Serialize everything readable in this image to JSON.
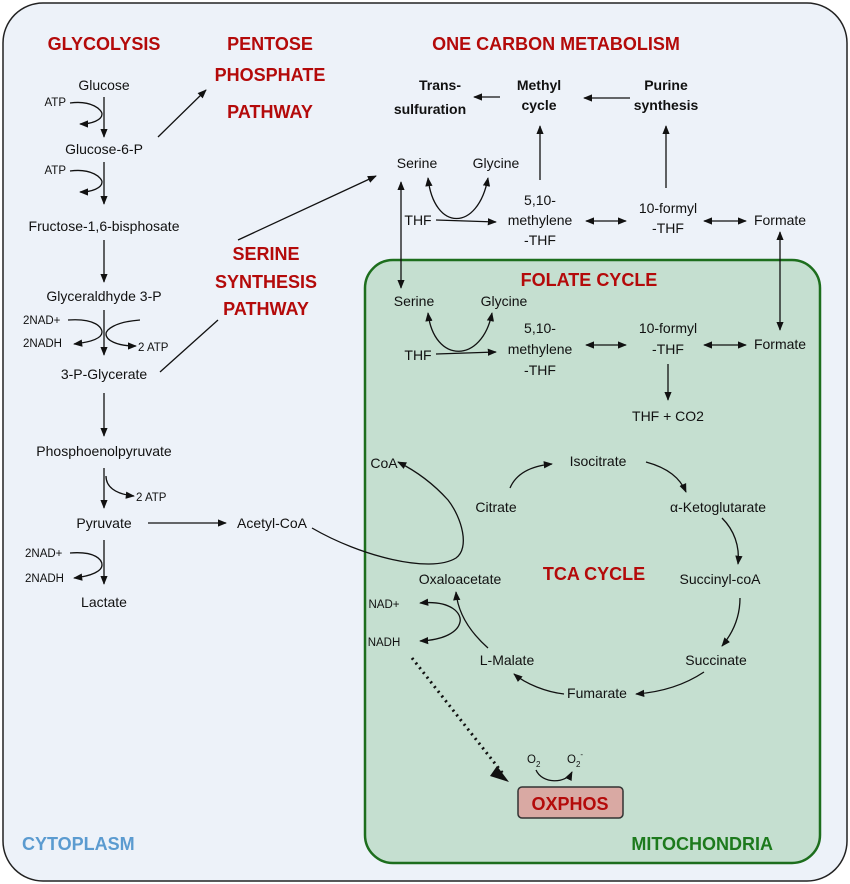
{
  "regions": {
    "cytoplasm": "CYTOPLASM",
    "mitochondria": "MITOCHONDRIA"
  },
  "headers": {
    "glycolysis": "GLYCOLYSIS",
    "pentose": [
      "PENTOSE",
      "PHOSPHATE",
      "PATHWAY"
    ],
    "one_carbon": "ONE CARBON METABOLISM",
    "serine_synthesis": [
      "SERINE",
      "SYNTHESIS",
      "PATHWAY"
    ],
    "folate_cycle": "FOLATE CYCLE",
    "tca_cycle": "TCA CYCLE",
    "oxphos": "OXPHOS"
  },
  "glycolysis": {
    "glucose": "Glucose",
    "atp1": "ATP",
    "g6p": "Glucose-6-P",
    "atp2": "ATP",
    "f16bp": "Fructose-1,6-bisphosate",
    "g3p": "Glyceraldhyde 3-P",
    "nad_plus": "2NAD+",
    "nadh": "2NADH",
    "atp_out1": "2 ATP",
    "pg3": "3-P-Glycerate",
    "pep": "Phosphoenolpyruvate",
    "atp_out2": "2 ATP",
    "pyruvate": "Pyruvate",
    "nad_plus2": "2NAD+",
    "nadh2": "2NADH",
    "lactate": "Lactate",
    "acetyl_coa": "Acetyl-CoA"
  },
  "one_carbon": {
    "transsulfuration": [
      "Trans-",
      "sulfuration"
    ],
    "methyl_cycle": [
      "Methyl",
      "cycle"
    ],
    "purine_synthesis": [
      "Purine",
      "synthesis"
    ],
    "serine": "Serine",
    "glycine": "Glycine",
    "thf": "THF",
    "methylene": [
      "5,10-",
      "methylene",
      "-THF"
    ],
    "formyl": [
      "10-formyl",
      "-THF"
    ],
    "formate": "Formate"
  },
  "folate": {
    "serine": "Serine",
    "glycine": "Glycine",
    "thf": "THF",
    "methylene": [
      "5,10-",
      "methylene",
      "-THF"
    ],
    "formyl": [
      "10-formyl",
      "-THF"
    ],
    "formate": "Formate",
    "thf_co2": "THF + CO2"
  },
  "tca": {
    "coa": "CoA",
    "citrate": "Citrate",
    "isocitrate": "Isocitrate",
    "akg": "α-Ketoglutarate",
    "succinyl": "Succinyl-coA",
    "succinate": "Succinate",
    "fumarate": "Fumarate",
    "malate": "L-Malate",
    "oxaloacetate": "Oxaloacetate",
    "nad_plus": "NAD+",
    "nadh": "NADH"
  },
  "oxphos_io": {
    "o2": "O",
    "o2_sub": "2",
    "o2m": "O",
    "o2m_sub": "2",
    "o2m_sup": "-"
  },
  "colors": {
    "header_red": "#b40a0a",
    "cytoplasm_blue": "#5b9bd0",
    "mito_green": "#1d7a1d",
    "cyto_fill": "#edf2f9",
    "mito_fill": "#c5dfd0",
    "oxphos_fill": "#d9a9a3"
  }
}
